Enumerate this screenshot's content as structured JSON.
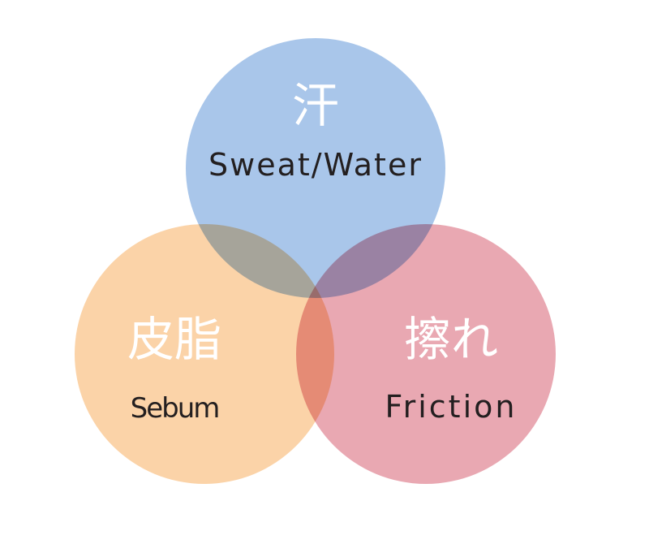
{
  "diagram": {
    "type": "venn",
    "circles": [
      {
        "id": "sweat",
        "kanji": "汗",
        "label": "Sweat/Water",
        "color": "#a9c6ea"
      },
      {
        "id": "sebum",
        "kanji": "皮脂",
        "label": "Sebum",
        "color": "#fbd3a8"
      },
      {
        "id": "friction",
        "kanji": "擦れ",
        "label": "Friction",
        "color": "#e9a8b2"
      }
    ]
  }
}
